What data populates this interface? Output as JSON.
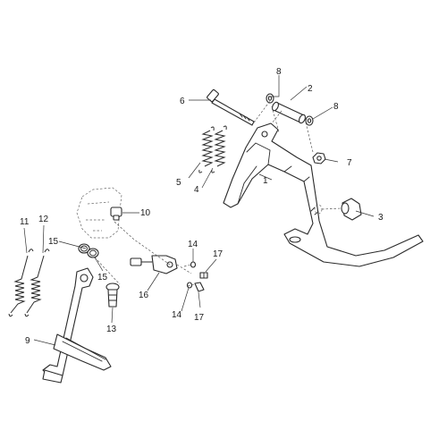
{
  "parts": [
    {
      "id": "1",
      "label": "1"
    },
    {
      "id": "2",
      "label": "2"
    },
    {
      "id": "3",
      "label": "3"
    },
    {
      "id": "4",
      "label": "4"
    },
    {
      "id": "5",
      "label": "5"
    },
    {
      "id": "6",
      "label": "6"
    },
    {
      "id": "7",
      "label": "7"
    },
    {
      "id": "8a",
      "label": "8"
    },
    {
      "id": "8b",
      "label": "8"
    },
    {
      "id": "9",
      "label": "9"
    },
    {
      "id": "10",
      "label": "10"
    },
    {
      "id": "11",
      "label": "11"
    },
    {
      "id": "12",
      "label": "12"
    },
    {
      "id": "13",
      "label": "13"
    },
    {
      "id": "14a",
      "label": "14"
    },
    {
      "id": "14b",
      "label": "14"
    },
    {
      "id": "15a",
      "label": "15"
    },
    {
      "id": "15b",
      "label": "15"
    },
    {
      "id": "16",
      "label": "16"
    },
    {
      "id": "17a",
      "label": "17"
    },
    {
      "id": "17b",
      "label": "17"
    }
  ]
}
